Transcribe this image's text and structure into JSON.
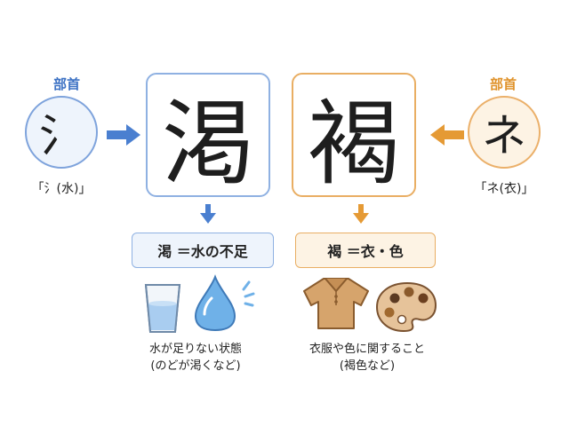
{
  "left": {
    "radical_title": "部首",
    "radical_glyph": "氵",
    "radical_caption": "「氵(水)」",
    "kanji": "渇",
    "meaning": "渇 ＝水の不足",
    "desc_line1": "水が足りない状態",
    "desc_line2": "(のどが渇くなど)"
  },
  "right": {
    "radical_title": "部首",
    "radical_glyph": "ネ",
    "radical_caption": "「ネ(衣)」",
    "kanji": "褐",
    "meaning": "褐 ＝衣・色",
    "desc_line1": "衣服や色に関すること",
    "desc_line2": "(褐色など)"
  },
  "colors": {
    "blue": "#4a7fd0",
    "blue_light": "#eef4fc",
    "orange": "#e59a35",
    "orange_light": "#fdf3e4",
    "title_blue": "#3d72c4",
    "title_orange": "#e0932c"
  },
  "icons": {
    "left": [
      "water-glass-icon",
      "water-drop-icon"
    ],
    "right": [
      "shirt-icon",
      "paint-palette-icon"
    ]
  }
}
